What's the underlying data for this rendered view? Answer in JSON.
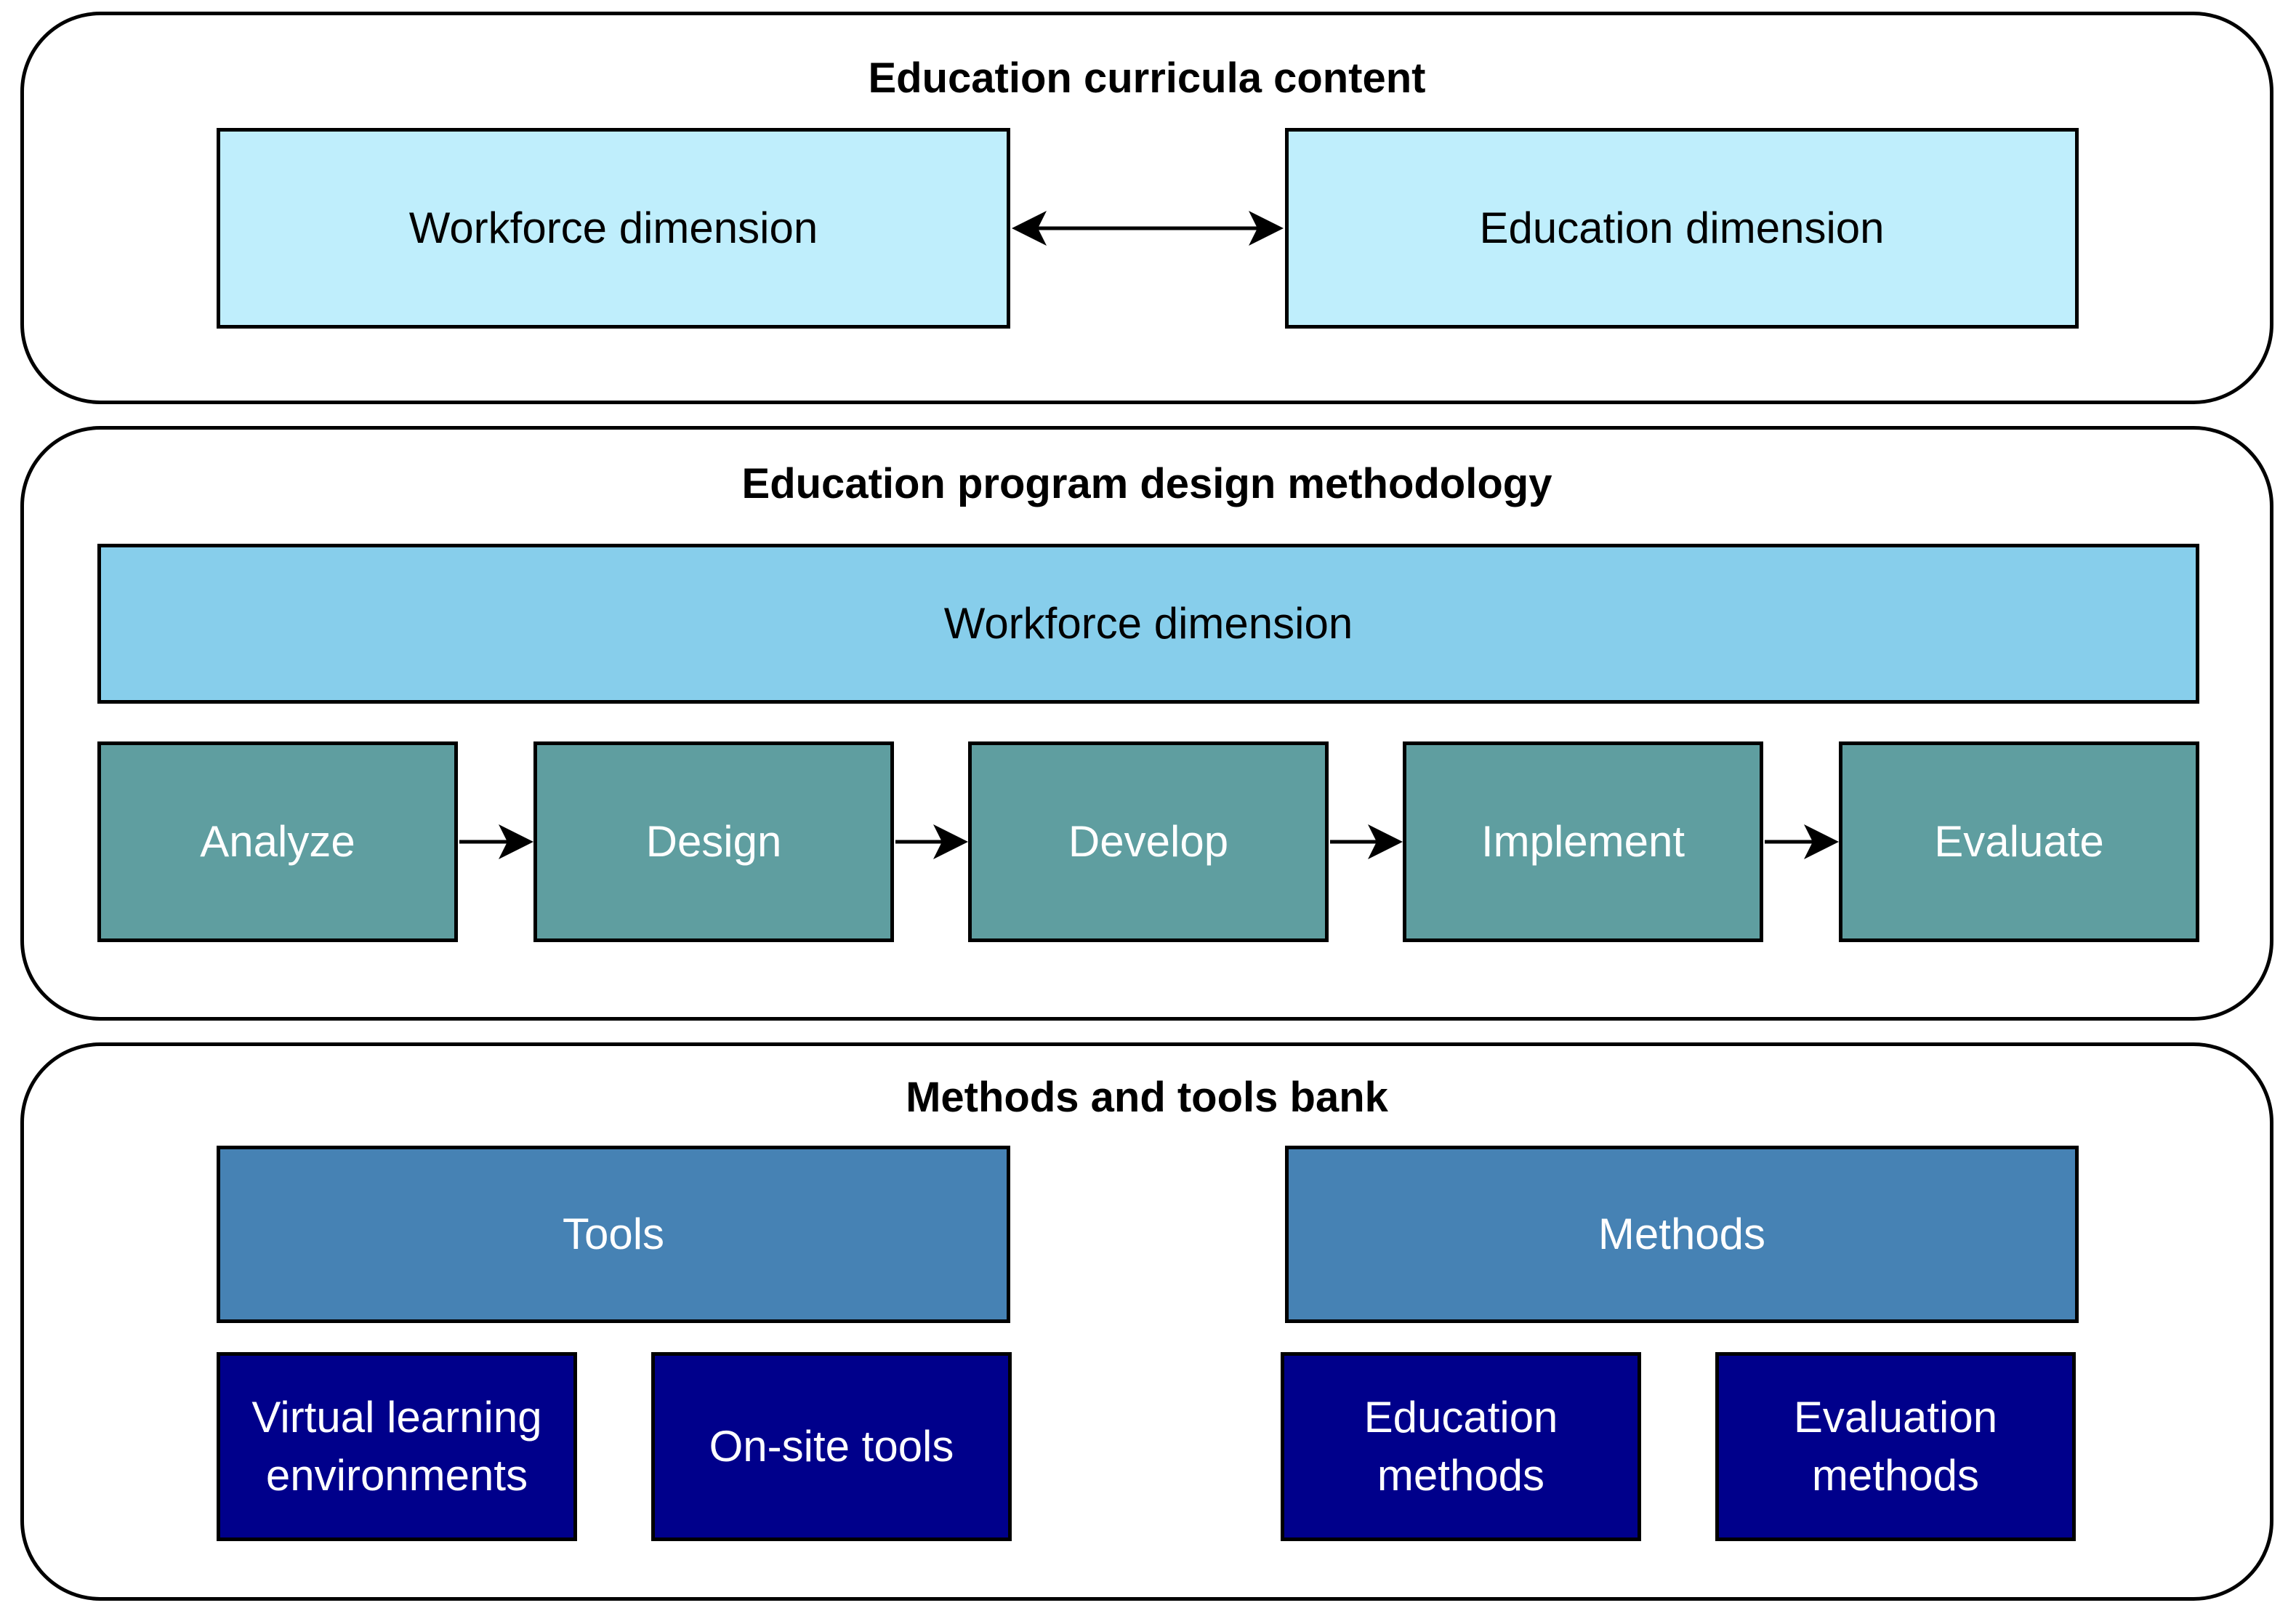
{
  "panels": {
    "curricula": {
      "title": "Education curricula content",
      "workforce": "Workforce dimension",
      "education": "Education dimension"
    },
    "methodology": {
      "title": "Education program design methodology",
      "workforce": "Workforce dimension",
      "steps": [
        "Analyze",
        "Design",
        "Develop",
        "Implement",
        "Evaluate"
      ]
    },
    "bank": {
      "title": "Methods and tools bank",
      "tools": "Tools",
      "methods": "Methods",
      "tool_items": [
        "Virtual learning\nenvironments",
        "On-site tools"
      ],
      "method_items": [
        "Education\nmethods",
        "Evaluation\nmethods"
      ]
    }
  },
  "colors": {
    "light_blue": "#bfeefc",
    "sky_blue": "#87ceeb",
    "teal": "#5f9ea0",
    "steel_blue": "#4682b4",
    "navy": "#00008b"
  }
}
